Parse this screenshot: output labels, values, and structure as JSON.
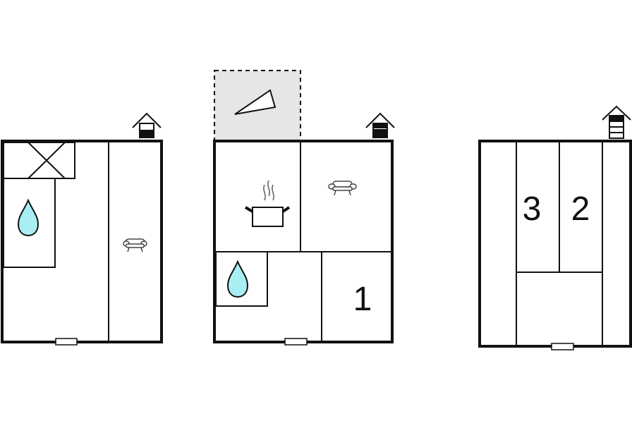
{
  "floor_plan": {
    "colors": {
      "wall": "#111111",
      "water": "#a8eef2",
      "balcony_fill": "#e6e6e6",
      "background": "#ffffff"
    },
    "floors": [
      {
        "id": "floor-1",
        "rooms": [
          {
            "type": "storage",
            "icon": "cross-box-icon"
          },
          {
            "type": "bathroom",
            "icon": "water-drop-icon"
          },
          {
            "type": "living-room",
            "icon": "sofa-icon"
          }
        ],
        "entrance_icon": "house-entrance-icon"
      },
      {
        "id": "floor-2",
        "rooms": [
          {
            "type": "kitchen",
            "icon": "cooking-pot-icon"
          },
          {
            "type": "living-room",
            "icon": "sofa-icon"
          },
          {
            "type": "bathroom",
            "icon": "water-drop-icon"
          },
          {
            "type": "bedroom",
            "label": "1"
          }
        ],
        "balcony_icon": "triangle-icon",
        "entrance_icon": "house-entrance-icon"
      },
      {
        "id": "floor-3",
        "rooms": [
          {
            "type": "bedroom",
            "label": "3"
          },
          {
            "type": "bedroom",
            "label": "2"
          }
        ],
        "entrance_icon": "house-entrance-icon"
      }
    ]
  }
}
